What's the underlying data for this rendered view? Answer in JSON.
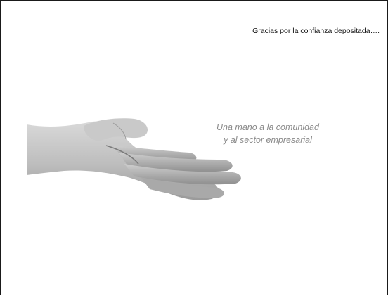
{
  "header": {
    "thanks_text": "Gracias por la confianza depositada…."
  },
  "tagline": {
    "line1": "Una mano a la comunidad",
    "line2": "y al sector empresarial"
  },
  "image": {
    "subject": "open-hand-icon"
  },
  "colors": {
    "border": "#1a1a1a",
    "tagline": "#8a8a8a",
    "text": "#111111"
  }
}
